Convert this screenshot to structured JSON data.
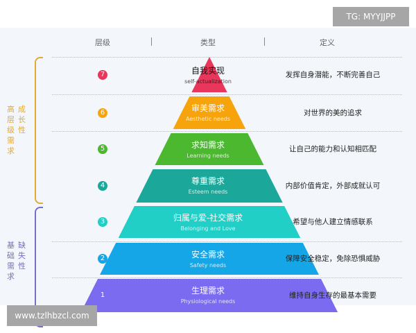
{
  "watermarks": {
    "top": "TG: MYYJJPP",
    "bottom": "www.tzlhbzcl.com"
  },
  "header": {
    "level": "层级",
    "type": "类型",
    "definition": "定义"
  },
  "groups": {
    "growth": {
      "col1": "高层级需求",
      "col2": "成长性",
      "color": "#e5a933"
    },
    "deficiency": {
      "col1": "基础需求",
      "col2": "缺失性",
      "color": "#7b6cc4"
    }
  },
  "levels": [
    {
      "num": "7",
      "cn": "自我实现",
      "en": "self-actualization",
      "definition": "发挥自身潜能，不断完善自己",
      "color": "#e8375a"
    },
    {
      "num": "6",
      "cn": "审美需求",
      "en": "Aesthetic needs",
      "definition": "对世界的美的追求",
      "color": "#f7a30c"
    },
    {
      "num": "5",
      "cn": "求知需求",
      "en": "Learning needs",
      "definition": "让自己的能力和认知相匹配",
      "color": "#4cb82f"
    },
    {
      "num": "4",
      "cn": "尊重需求",
      "en": "Esteem needs",
      "definition": "内部价值肯定，外部成就认可",
      "color": "#1ba89a"
    },
    {
      "num": "3",
      "cn": "归属与爱-社交需求",
      "en": "Belonging and Love",
      "definition": "希望与他人建立情感联系",
      "color": "#22cfc6"
    },
    {
      "num": "2",
      "cn": "安全需求",
      "en": "Safety needs",
      "definition": "保障安全稳定，免除恐惧威胁",
      "color": "#15a6e8"
    },
    {
      "num": "1",
      "cn": "生理需求",
      "en": "Physiological needs",
      "definition": "维持自身生存的最基本需要",
      "color": "#7a6bf0"
    }
  ]
}
